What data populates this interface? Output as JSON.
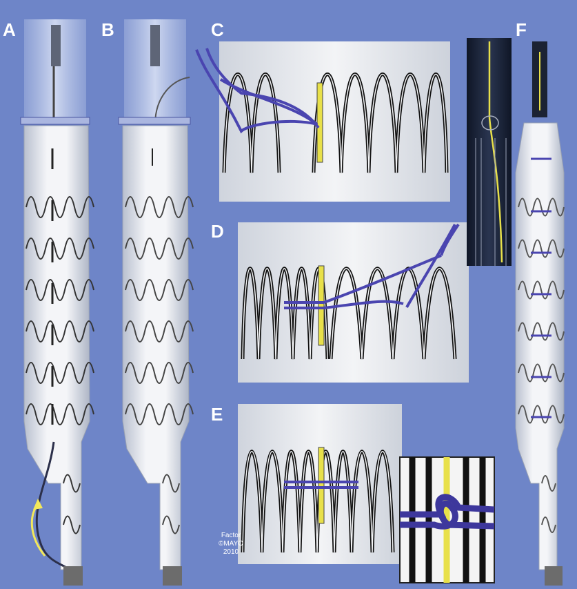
{
  "panels": {
    "a": "A",
    "b": "B",
    "c": "C",
    "d": "D",
    "e": "E",
    "f": "F"
  },
  "credit": {
    "line1": "Factor",
    "line2": "©MAYO",
    "line3": "2010"
  },
  "colors": {
    "background": "#6e85c8",
    "graft_fabric": "#eceef2",
    "stent_wire": "#1a1a1a",
    "suture": "#4a45b0",
    "marker": "#e8e04a",
    "sheath": "#1c2438",
    "arrow": "#f3e85a"
  }
}
